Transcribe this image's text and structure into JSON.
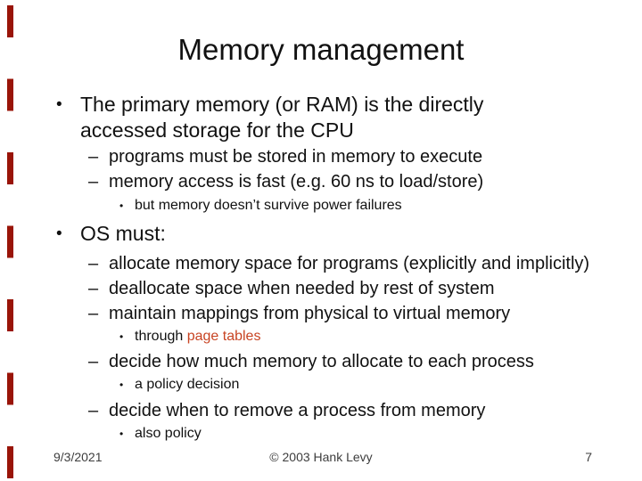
{
  "slide": {
    "title": "Memory management",
    "colors": {
      "text": "#111111",
      "highlight": "#c84423",
      "accent_dashes": "#991408",
      "footer_text": "#3d3d3d"
    },
    "bullets": [
      {
        "level": 1,
        "marker": "•",
        "text": "The primary memory (or RAM) is the directly accessed storage for the CPU"
      },
      {
        "level": 2,
        "marker": "–",
        "text": "programs must be stored in memory to execute"
      },
      {
        "level": 2,
        "marker": "–",
        "text": "memory access is fast (e.g. 60 ns to load/store)"
      },
      {
        "level": 3,
        "marker": "•",
        "text": "but memory doesn’t survive power failures"
      },
      {
        "level": 1,
        "marker": "•",
        "text": "OS must:"
      },
      {
        "level": 2,
        "marker": "–",
        "text": "allocate memory space for programs (explicitly and implicitly)"
      },
      {
        "level": 2,
        "marker": "–",
        "text": "deallocate space when needed by rest of system"
      },
      {
        "level": 2,
        "marker": "–",
        "text": "maintain mappings from physical to virtual memory"
      },
      {
        "level": 3,
        "marker": "•",
        "text_prefix": "through ",
        "highlight": "page tables"
      },
      {
        "level": 2,
        "marker": "–",
        "text": "decide how much memory to allocate to each process"
      },
      {
        "level": 3,
        "marker": "•",
        "text": "a policy decision"
      },
      {
        "level": 2,
        "marker": "–",
        "text": "decide when to remove a process from memory"
      },
      {
        "level": 3,
        "marker": "•",
        "text": "also policy"
      }
    ],
    "footer": {
      "date": "9/3/2021",
      "copyright": "© 2003 Hank Levy",
      "page_number": "7"
    }
  }
}
